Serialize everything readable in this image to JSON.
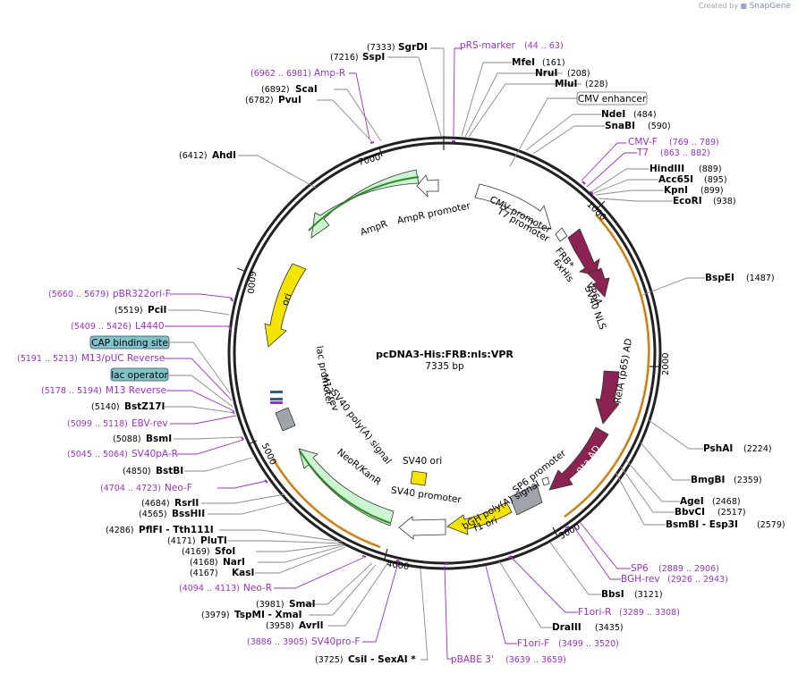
{
  "brand": {
    "prefix": "Created by",
    "name": "SnapGene"
  },
  "plasmid": {
    "name": "pcDNA3-His:FRB:nls:VPR",
    "length_label": "7335 bp",
    "length": 7335
  },
  "ticks": [
    "1000",
    "2000",
    "3000",
    "4000",
    "5000",
    "6000",
    "7000"
  ],
  "sites": [
    {
      "name": "SgrDI",
      "pos": "(7333)"
    },
    {
      "name": "SspI",
      "pos": "(7216)"
    },
    {
      "name": "ScaI",
      "pos": "(6892)"
    },
    {
      "name": "PvuI",
      "pos": "(6782)"
    },
    {
      "name": "AhdI",
      "pos": "(6412)"
    },
    {
      "name": "PciI",
      "pos": "(5519)"
    },
    {
      "name": "BstZ17I",
      "pos": "(5140)"
    },
    {
      "name": "BsmI",
      "pos": "(5088)"
    },
    {
      "name": "BstBI",
      "pos": "(4850)"
    },
    {
      "name": "RsrII",
      "pos": "(4684)"
    },
    {
      "name": "BssHII",
      "pos": "(4565)"
    },
    {
      "name": "PflFI - Tth111I",
      "pos": "(4286)"
    },
    {
      "name": "PluTI",
      "pos": "(4171)"
    },
    {
      "name": "SfoI",
      "pos": "(4169)"
    },
    {
      "name": "NarI",
      "pos": "(4168)"
    },
    {
      "name": "KasI",
      "pos": "(4167)"
    },
    {
      "name": "SmaI",
      "pos": "(3981)"
    },
    {
      "name": "TspMI - XmaI",
      "pos": "(3979)"
    },
    {
      "name": "AvrII",
      "pos": "(3958)"
    },
    {
      "name": "CsiI - SexAI *",
      "pos": "(3725)"
    },
    {
      "name": "DraIII",
      "pos": "(3435)"
    },
    {
      "name": "BbsI",
      "pos": "(3121)"
    },
    {
      "name": "BsmBI - Esp3I",
      "pos": "(2579)"
    },
    {
      "name": "BbvCI",
      "pos": "(2517)"
    },
    {
      "name": "AgeI",
      "pos": "(2468)"
    },
    {
      "name": "BmgBI",
      "pos": "(2359)"
    },
    {
      "name": "PshAI",
      "pos": "(2224)"
    },
    {
      "name": "BspEI",
      "pos": "(1487)"
    },
    {
      "name": "EcoRI",
      "pos": "(938)"
    },
    {
      "name": "KpnI",
      "pos": "(899)"
    },
    {
      "name": "Acc65I",
      "pos": "(895)"
    },
    {
      "name": "HindIII",
      "pos": "(889)"
    },
    {
      "name": "SnaBI",
      "pos": "(590)"
    },
    {
      "name": "NdeI",
      "pos": "(484)"
    },
    {
      "name": "MluI",
      "pos": "(228)"
    },
    {
      "name": "NruI",
      "pos": "(208)"
    },
    {
      "name": "MfeI",
      "pos": "(161)"
    }
  ],
  "primers": [
    {
      "name": "pRS-marker",
      "range": "(44 .. 63)"
    },
    {
      "name": "Amp-R",
      "range": "(6962 .. 6981)"
    },
    {
      "name": "pBR322ori-F",
      "range": "(5660 .. 5679)"
    },
    {
      "name": "L4440",
      "range": "(5409 .. 5426)"
    },
    {
      "name": "M13/pUC Reverse",
      "range": "(5191 .. 5213)"
    },
    {
      "name": "M13 Reverse",
      "range": "(5178 .. 5194)"
    },
    {
      "name": "EBV-rev",
      "range": "(5099 .. 5118)"
    },
    {
      "name": "SV40pA-R",
      "range": "(5045 .. 5064)"
    },
    {
      "name": "Neo-F",
      "range": "(4704 .. 4723)"
    },
    {
      "name": "Neo-R",
      "range": "(4094 .. 4113)"
    },
    {
      "name": "SV40pro-F",
      "range": "(3886 .. 3905)"
    },
    {
      "name": "pBABE 3'",
      "range": "(3639 .. 3659)"
    },
    {
      "name": "F1ori-F",
      "range": "(3499 .. 3520)"
    },
    {
      "name": "F1ori-R",
      "range": "(3289 .. 3308)"
    },
    {
      "name": "BGH-rev",
      "range": "(2926 .. 2943)"
    },
    {
      "name": "SP6",
      "range": "(2889 .. 2906)"
    },
    {
      "name": "T7",
      "range": "(863 .. 882)"
    },
    {
      "name": "CMV-F",
      "range": "(769 .. 789)"
    }
  ],
  "boxed_features": [
    {
      "name": "CMV enhancer",
      "style": "outline"
    },
    {
      "name": "CAP binding site",
      "style": "teal"
    },
    {
      "name": "lac operator",
      "style": "teal"
    }
  ],
  "features": [
    {
      "name": "AmpR",
      "color": "#ccf5d2"
    },
    {
      "name": "AmpR promoter",
      "color": "#ffffff"
    },
    {
      "name": "CMV promoter",
      "color": "#ffffff"
    },
    {
      "name": "T7 promoter",
      "color": "#ffffff"
    },
    {
      "name": "FRB*",
      "color": "#8b2252"
    },
    {
      "name": "6xHis",
      "color": "#8b2252"
    },
    {
      "name": "VP64",
      "color": "#8b2252"
    },
    {
      "name": "SV40 NLS",
      "color": "#8b2252"
    },
    {
      "name": "RelA (p65) AD",
      "color": "#8b2252"
    },
    {
      "name": "Rta AD",
      "color": "#8b2252"
    },
    {
      "name": "SP6 promoter",
      "color": "#ffffff"
    },
    {
      "name": "bGH poly(A) signal",
      "color": "#a0a4aa"
    },
    {
      "name": "f1 ori",
      "color": "#f5e400"
    },
    {
      "name": "SV40 promoter",
      "color": "#ffffff"
    },
    {
      "name": "SV40 ori",
      "color": "#f5e400"
    },
    {
      "name": "NeoR/KanR",
      "color": "#ccf5d2"
    },
    {
      "name": "SV40 poly(A) signal",
      "color": "#a0a4aa"
    },
    {
      "name": "M13 rev",
      "color": "#ffffff"
    },
    {
      "name": "lac promoter",
      "color": "#ffffff"
    },
    {
      "name": "ori",
      "color": "#f5e400"
    }
  ],
  "colors": {
    "primer": "#9b30c8",
    "orf_line": "#e8a23a",
    "green_line": "#2e8b22"
  }
}
